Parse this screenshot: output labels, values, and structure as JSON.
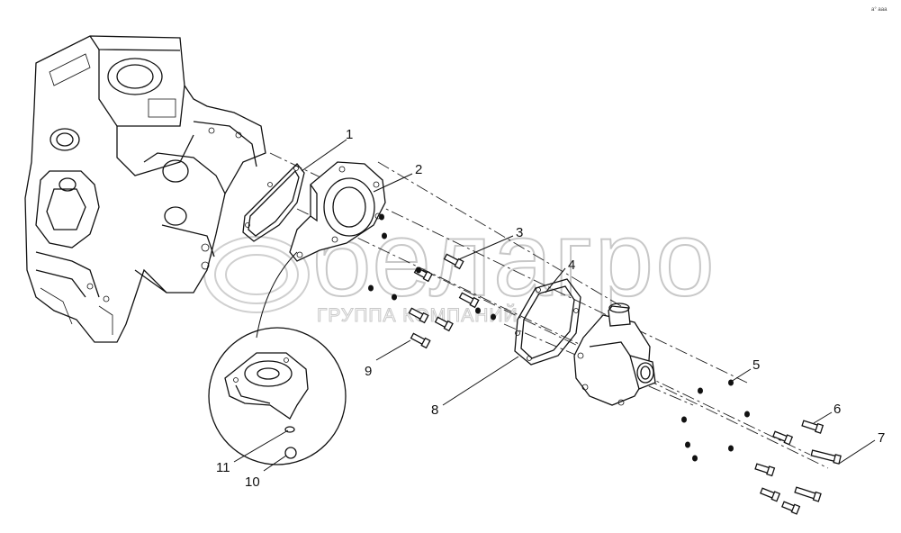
{
  "watermark": {
    "brand": "белагро",
    "subtitle": "ГРУППА КОМПАНИЙ"
  },
  "corner_mark": "a° aaa",
  "callouts": [
    {
      "id": "1",
      "label": "1"
    },
    {
      "id": "2",
      "label": "2"
    },
    {
      "id": "3",
      "label": "3"
    },
    {
      "id": "4",
      "label": "4"
    },
    {
      "id": "5",
      "label": "5"
    },
    {
      "id": "6",
      "label": "6"
    },
    {
      "id": "7",
      "label": "7"
    },
    {
      "id": "8",
      "label": "8"
    },
    {
      "id": "9",
      "label": "9"
    },
    {
      "id": "10",
      "label": "10"
    },
    {
      "id": "11",
      "label": "11"
    }
  ]
}
